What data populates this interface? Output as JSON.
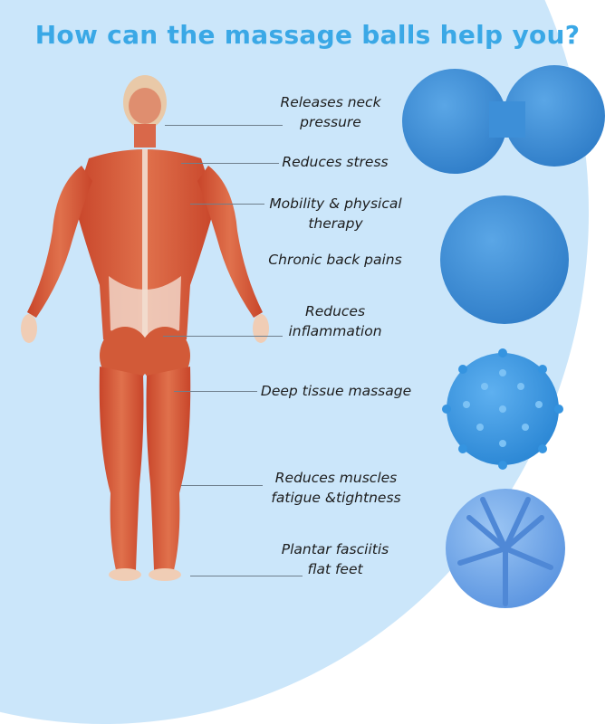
{
  "title": "How can the massage balls help you?",
  "colors": {
    "title": "#3aa8e6",
    "background_shape": "#cbe6fa",
    "ball_blue": "#3d8fd8",
    "spiky_blue": "#3594e0",
    "textured_blue": "#6fa8ec",
    "muscle": "#d5552f"
  },
  "benefits": [
    {
      "line1": "Releases neck",
      "line2": "pressure"
    },
    {
      "line1": "Reduces stress",
      "line2": ""
    },
    {
      "line1": "Mobility & physical",
      "line2": "therapy"
    },
    {
      "line1": "Chronic back pains",
      "line2": ""
    },
    {
      "line1": "Reduces",
      "line2": "inflammation"
    },
    {
      "line1": "Deep tissue massage",
      "line2": ""
    },
    {
      "line1": "Reduces muscles",
      "line2": "fatigue &tightness"
    },
    {
      "line1": "Plantar fasciitis",
      "line2": "flat feet"
    }
  ],
  "products": [
    {
      "icon": "peanut-massage-ball-icon"
    },
    {
      "icon": "smooth-massage-ball-icon"
    },
    {
      "icon": "spiky-massage-ball-icon"
    },
    {
      "icon": "textured-massage-ball-icon"
    }
  ]
}
